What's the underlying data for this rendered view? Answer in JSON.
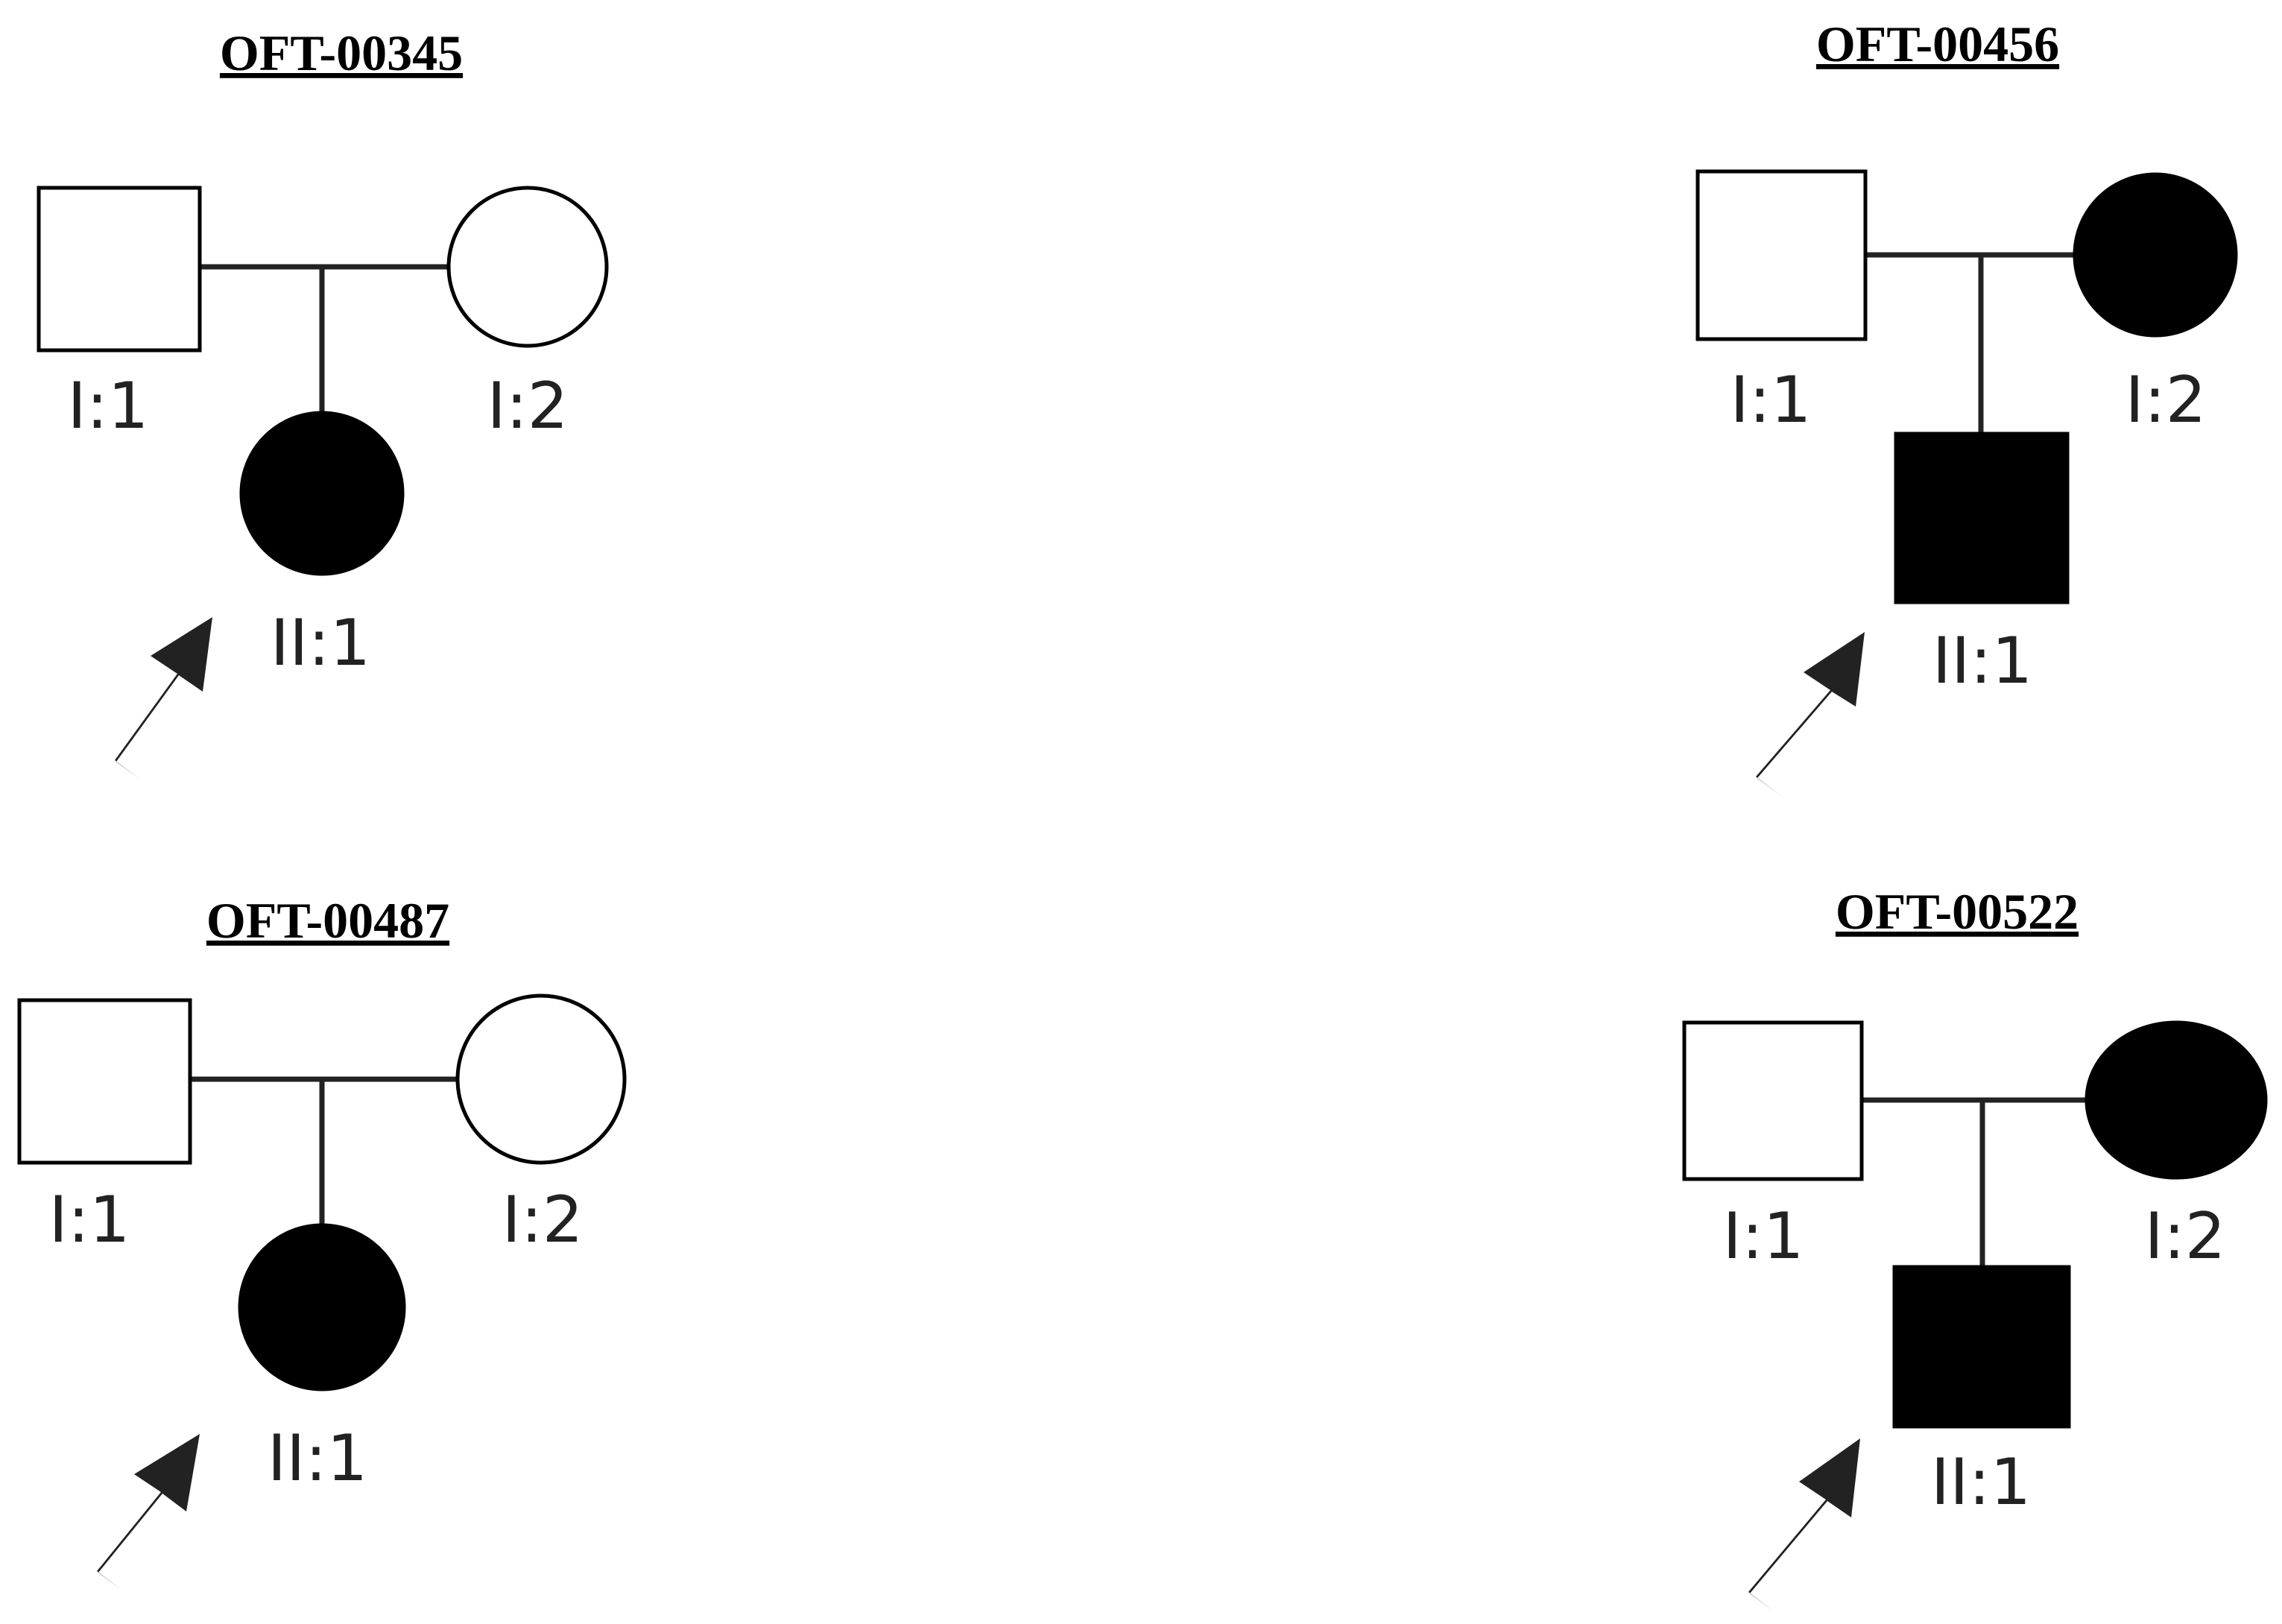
{
  "figure": {
    "pedigrees": [
      {
        "family_id": "OFT-00345",
        "members": [
          {
            "id": "I:1",
            "sex": "male",
            "affected": false,
            "proband": false
          },
          {
            "id": "I:2",
            "sex": "female",
            "affected": false,
            "proband": false
          },
          {
            "id": "II:1",
            "sex": "female",
            "affected": true,
            "proband": true
          }
        ]
      },
      {
        "family_id": "OFT-00456",
        "members": [
          {
            "id": "I:1",
            "sex": "male",
            "affected": false,
            "proband": false
          },
          {
            "id": "I:2",
            "sex": "female",
            "affected": true,
            "proband": false
          },
          {
            "id": "II:1",
            "sex": "male",
            "affected": true,
            "proband": true
          }
        ]
      },
      {
        "family_id": "OFT-00487",
        "members": [
          {
            "id": "I:1",
            "sex": "male",
            "affected": false,
            "proband": false
          },
          {
            "id": "I:2",
            "sex": "female",
            "affected": false,
            "proband": false
          },
          {
            "id": "II:1",
            "sex": "female",
            "affected": true,
            "proband": true
          }
        ]
      },
      {
        "family_id": "OFT-00522",
        "members": [
          {
            "id": "I:1",
            "sex": "male",
            "affected": false,
            "proband": false
          },
          {
            "id": "I:2",
            "sex": "female",
            "affected": true,
            "proband": false
          },
          {
            "id": "II:1",
            "sex": "male",
            "affected": true,
            "proband": true
          }
        ]
      }
    ],
    "colors": {
      "affected": "#000000",
      "unaffected": "#ffffff",
      "line": "#222222",
      "arrow": "#222222"
    }
  }
}
